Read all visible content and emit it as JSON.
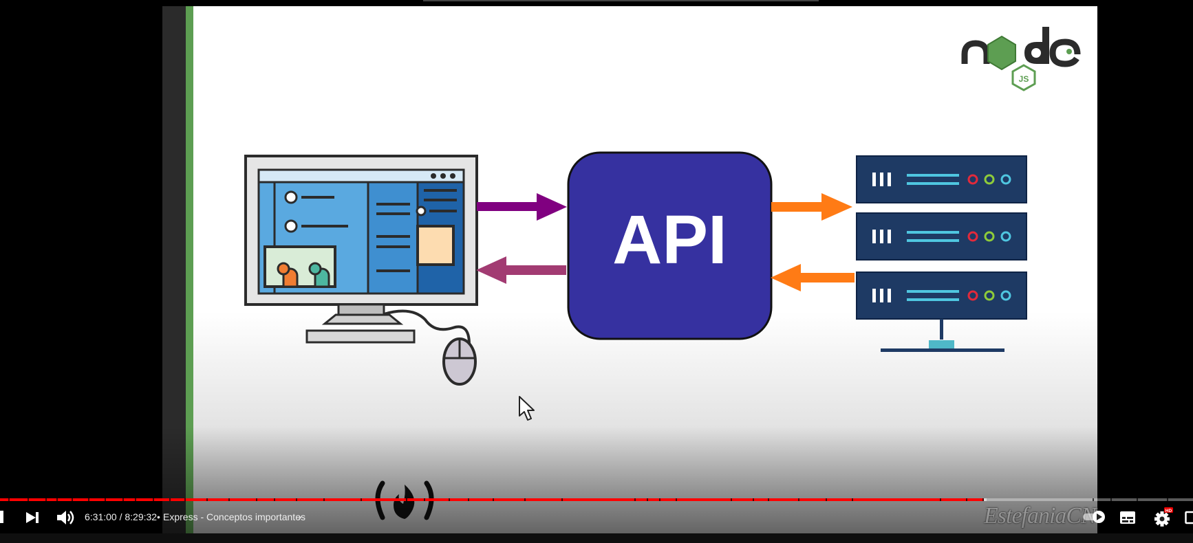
{
  "slide": {
    "center_label": "API",
    "brand_logo": "nodejs-logo",
    "colors": {
      "api_box": "#3631a0",
      "arrow_purple": "#800080",
      "arrow_magenta": "#a23b72",
      "arrow_orange": "#ff7b15",
      "server_rack": "#1e3a64",
      "node_green": "#5d9e52"
    }
  },
  "watermark": {
    "channel_name": "EstefaniaCN",
    "source_logo": "freecodecamp-logo"
  },
  "player": {
    "time": "6:31:00 / 8:29:32",
    "separator": "•",
    "chapter_title": "Express - Conceptos importantes",
    "chapter_chevron": "›",
    "progress": {
      "played_fraction": 0.8245,
      "buffered_fraction": 0.8233
    },
    "settings_badge": "HD",
    "icons": {
      "play": "pause-icon",
      "next": "next-icon",
      "volume": "volume-icon",
      "autoplay": "autoplay-toggle-icon",
      "subtitles": "subtitles-icon",
      "settings": "gear-icon",
      "miniplayer": "miniplayer-icon"
    }
  }
}
